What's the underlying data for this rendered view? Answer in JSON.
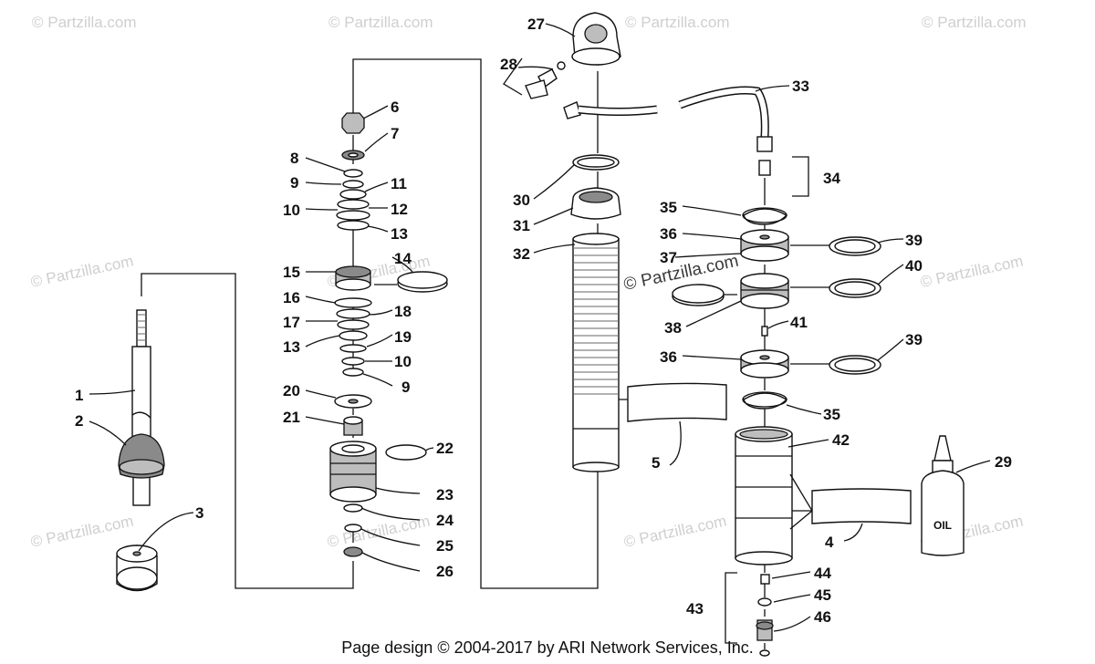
{
  "watermark": "© Partzilla.com",
  "footer": "Page design © 2004-2017 by ARI Network Services, Inc.",
  "oil_label": "OIL",
  "callouts": [
    "1",
    "2",
    "3",
    "4",
    "5",
    "6",
    "7",
    "8",
    "9",
    "10",
    "11",
    "12",
    "13",
    "14",
    "15",
    "16",
    "17",
    "13",
    "18",
    "19",
    "10",
    "9",
    "20",
    "21",
    "22",
    "23",
    "24",
    "25",
    "26",
    "27",
    "28",
    "29",
    "30",
    "31",
    "32",
    "33",
    "34",
    "35",
    "36",
    "37",
    "38",
    "39",
    "40",
    "41",
    "36",
    "39",
    "35",
    "42",
    "43",
    "44",
    "45",
    "46"
  ]
}
